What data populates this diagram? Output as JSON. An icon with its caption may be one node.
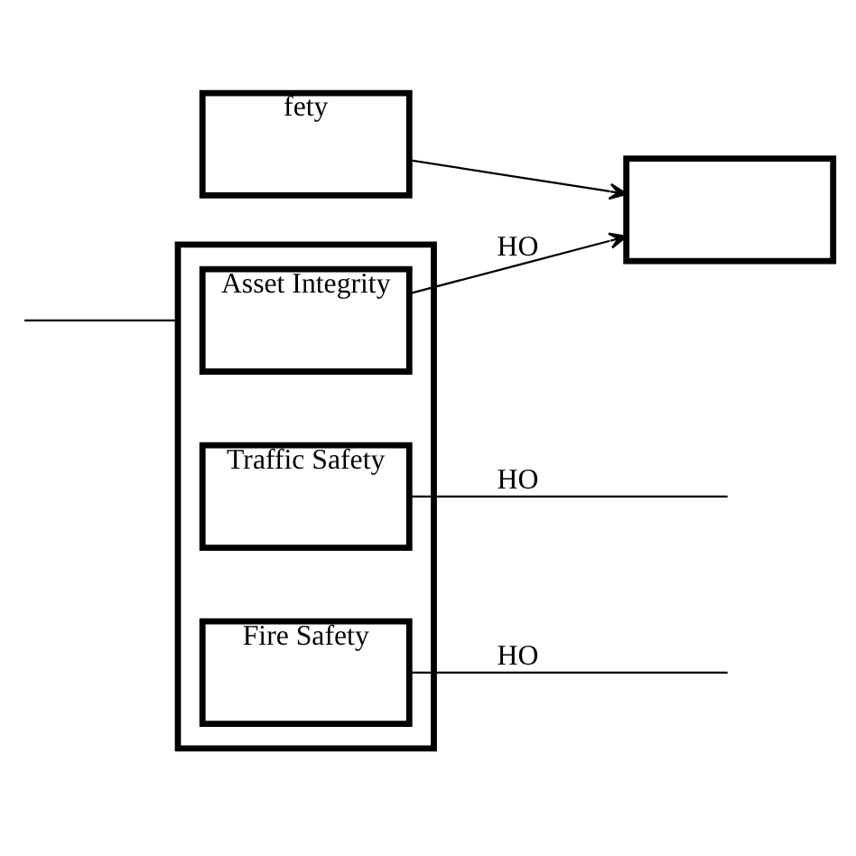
{
  "diagram": {
    "nodes": [
      {
        "text": [
          "fety"
        ]
      },
      {
        "text": [],
        "shape": "box"
      },
      {
        "text": [],
        "shape": "box"
      },
      {
        "text": [
          "Asset Integrity"
        ],
        "in": 2
      },
      {
        "text": [
          "Traffic Safety"
        ],
        "in": 2
      },
      {
        "text": [
          "Fire Safety"
        ],
        "in": 2
      }
    ],
    "edges": [
      {
        "from": 0,
        "to": 1,
        "arrow": "to"
      },
      {
        "from": 3,
        "to": 1,
        "arrow": "to",
        "label": "HO"
      },
      {
        "from": 4,
        "to": null,
        "arrow": "none",
        "label": "HO"
      },
      {
        "from": 5,
        "to": null,
        "arrow": "none",
        "label": "HO"
      },
      {
        "from": null,
        "to": 2,
        "arrow": "none"
      }
    ]
  }
}
